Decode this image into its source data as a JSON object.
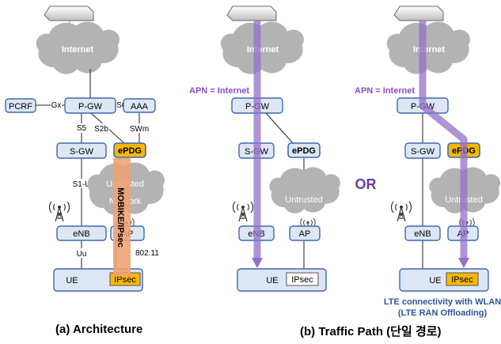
{
  "panels": {
    "architecture": {
      "cloud_internet": "Internet",
      "cloud_untrusted_line1": "Untrusted",
      "cloud_untrusted_line2": "Network",
      "nodes": {
        "pcrf": "PCRF",
        "pgw": "P-GW",
        "aaa": "AAA",
        "sgw": "S-GW",
        "epdg": "ePDG",
        "enb": "eNB",
        "ap": "AP",
        "ue": "UE",
        "ipsec": "IPsec"
      },
      "interfaces": {
        "gx": "Gx",
        "s6b": "S6b",
        "s5": "S5",
        "s2b": "S2b",
        "swm": "SWm",
        "s1u": "S1-U",
        "uu": "Uu",
        "wlan": "802.11"
      },
      "tunnel_label": "MOBIKE/IPsec"
    },
    "path_lte": {
      "cloud_internet": "Internet",
      "apn_label": "APN = Internet",
      "cloud_untrusted": "Untrusted",
      "nodes": {
        "pgw": "P-GW",
        "sgw": "S-GW",
        "epdg": "ePDG",
        "enb": "eNB",
        "ap": "AP",
        "ue": "UE",
        "ipsec": "IPsec"
      }
    },
    "or_label": "OR",
    "path_wlan": {
      "cloud_internet": "Internet",
      "apn_label": "APN = Internet",
      "cloud_untrusted": "Untrusted",
      "nodes": {
        "pgw": "P-GW",
        "sgw": "S-GW",
        "epdg": "ePDG",
        "enb": "eNB",
        "ap": "AP",
        "ue": "UE",
        "ipsec": "IPsec"
      },
      "note_line1": "LTE connectivity with WLAN",
      "note_line2": "(LTE RAN Offloading)"
    }
  },
  "captions": {
    "a": "(a) Architecture",
    "b": "(b) Traffic Path (단일 경로)"
  },
  "colors": {
    "node_fill": "#dde6f5",
    "node_stroke": "#3f68ad",
    "epdg_fill": "#f5b800",
    "cloud_fill": "#b3b3b3",
    "path_purple": "#9370c8",
    "tunnel_orange": "#f0a070",
    "note_blue": "#2e5597"
  }
}
